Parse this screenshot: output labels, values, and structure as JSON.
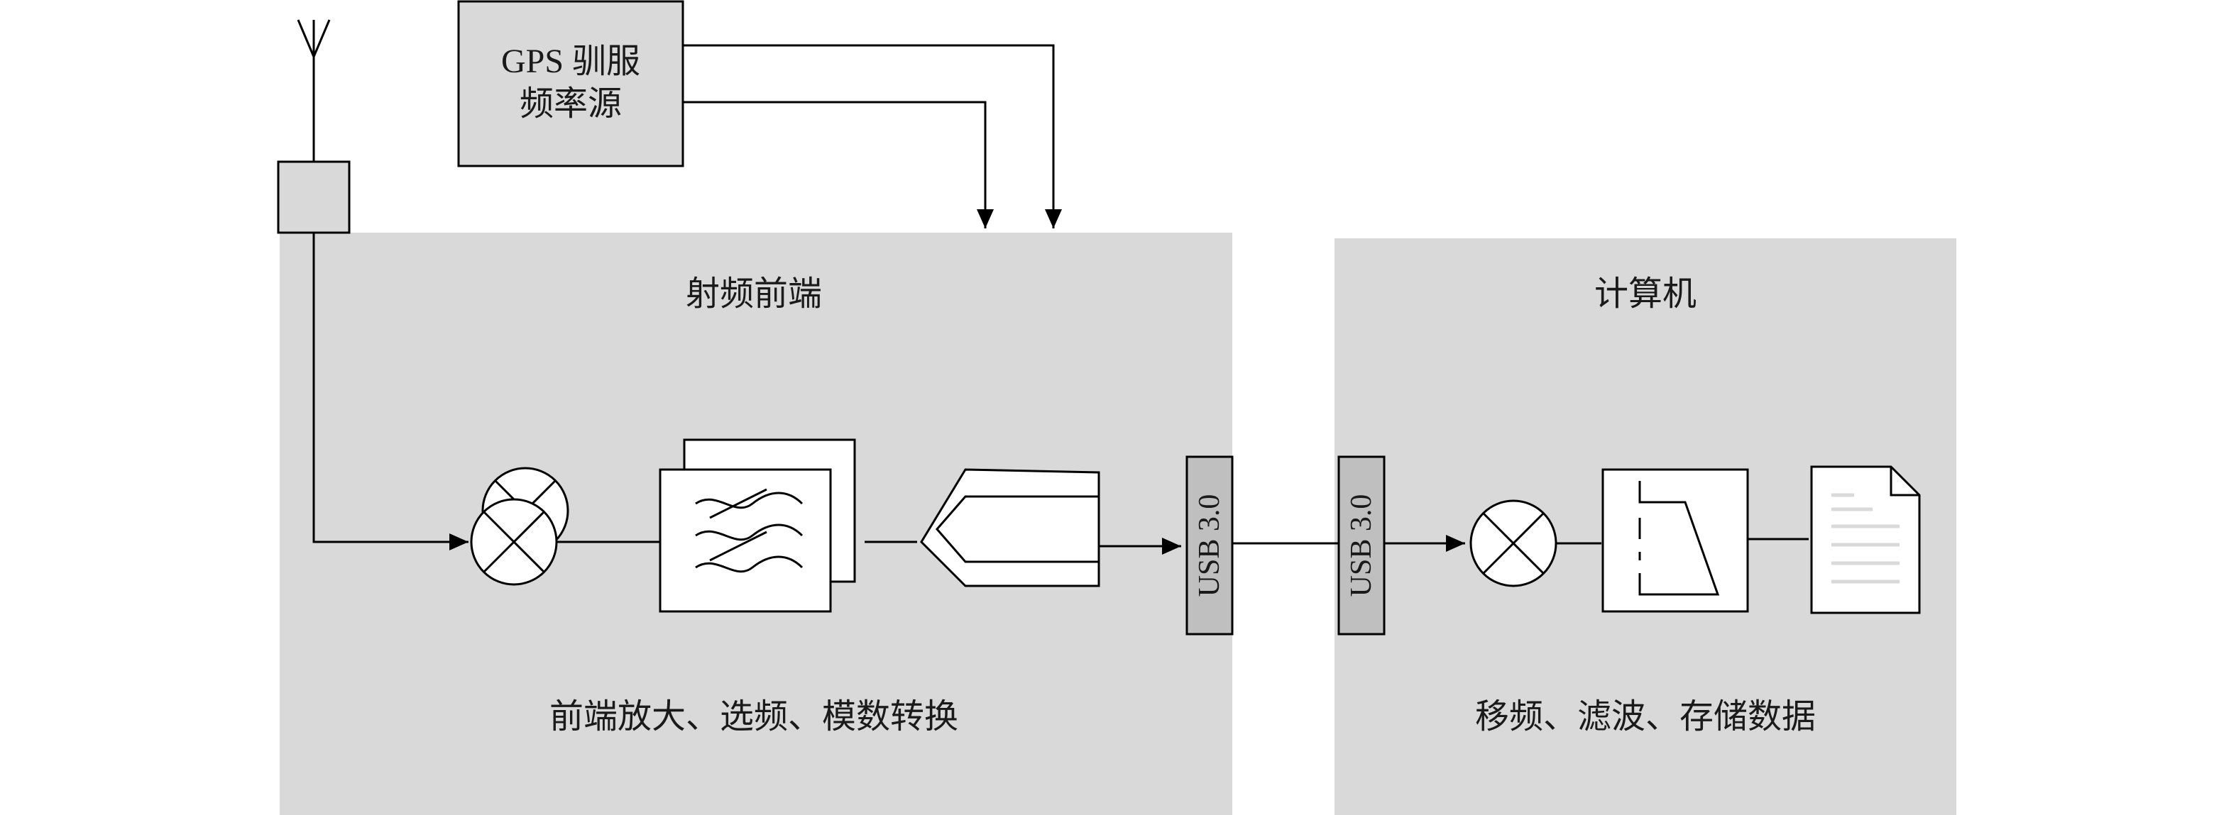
{
  "gps_source": {
    "line1": "GPS 驯服",
    "line2": "频率源"
  },
  "rf_frontend": {
    "title": "射频前端",
    "caption": "前端放大、选频、模数转换",
    "usb_label": "USB 3.0"
  },
  "computer": {
    "title": "计算机",
    "caption": "移频、滤波、存储数据",
    "usb_label": "USB 3.0"
  },
  "colors": {
    "panel_fill": "#d9d9d9",
    "box_fill": "#d9d9d9",
    "usb_fill": "#bfbfbf",
    "line": "#000000"
  },
  "icons": [
    "antenna-icon",
    "mixer-icon",
    "bandpass-filter-icon",
    "adc-icon",
    "mixer-icon",
    "lowpass-filter-icon",
    "document-icon"
  ]
}
